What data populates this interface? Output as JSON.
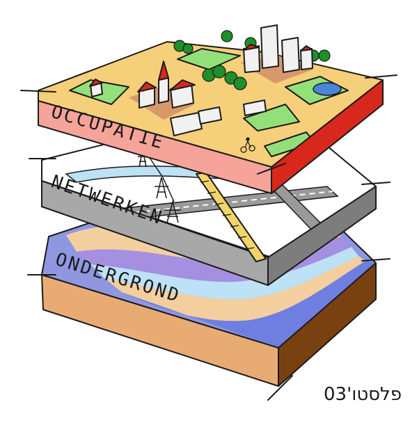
{
  "layers": [
    {
      "label": "OCCUPATIE",
      "color": "#f6a39a",
      "top_color": "#f6cf7a",
      "side_color": "#d8281e"
    },
    {
      "label": "NETWERKEN",
      "color": "#a8a8a8",
      "top_color": "#ffffff",
      "side_color": "#7d7d7d"
    },
    {
      "label": "ONDERGROND",
      "color": "#e9ab74",
      "top_color": "#8f97e0",
      "side_color": "#7a4110"
    }
  ],
  "signature": "פלסטו'03",
  "palette": {
    "green": "#93e07b",
    "tree": "#1e8f2a",
    "roof": "#d8281e",
    "building": "#f1f1f1",
    "orange_ground": "#d8996a",
    "water": "#4b86d6",
    "lightblue": "#bde2f5",
    "purple": "#a58fe0",
    "sand": "#f3cfa0",
    "yellow_bridge": "#f2d46b"
  }
}
